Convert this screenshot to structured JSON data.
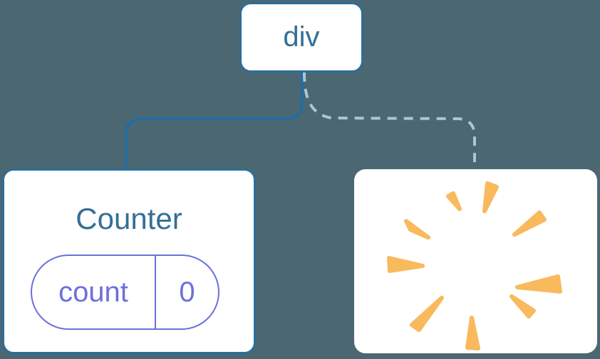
{
  "diagram": {
    "root_node": {
      "label": "div"
    },
    "counter_card": {
      "title": "Counter",
      "state": {
        "key": "count",
        "value": "0"
      }
    },
    "removed_card": {
      "icon": "poof-burst"
    }
  },
  "colors": {
    "background": "#4B6771",
    "node_border": "#2B6E9A",
    "node_text": "#356F96",
    "solid_edge": "#1F6DA5",
    "dashed_edge": "#A6C6DC",
    "state_accent": "#6B70DC",
    "burst": "#F9B95D",
    "card_bg": "#FFFFFF"
  }
}
